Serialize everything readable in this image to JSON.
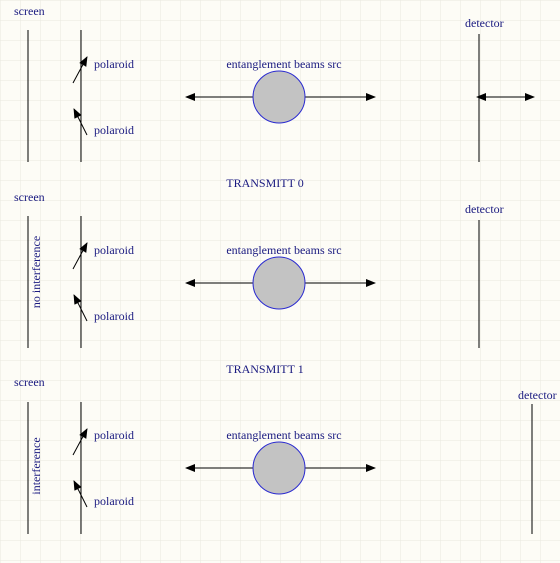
{
  "colors": {
    "background": "#fdfcf6",
    "grid": "#e8e8e0",
    "line": "#000000",
    "source_fill": "#c3c3c3",
    "source_stroke": "#2a2ad0",
    "text": "#1a1a80"
  },
  "panels": [
    {
      "title": "",
      "screen_label": "screen",
      "screen_note": "",
      "polaroid_top_label": "polaroid",
      "polaroid_bottom_label": "polaroid",
      "source_label": "entanglement beams src",
      "detector_label": "detector"
    },
    {
      "title": "TRANSMITT 0",
      "screen_label": "screen",
      "screen_note": "no interference",
      "polaroid_top_label": "polaroid",
      "polaroid_bottom_label": "polaroid",
      "source_label": "entanglement beams src",
      "detector_label": "detector"
    },
    {
      "title": "TRANSMITT 1",
      "screen_label": "screen",
      "screen_note": "interference",
      "polaroid_top_label": "polaroid",
      "polaroid_bottom_label": "polaroid",
      "source_label": "entanglement beams src",
      "detector_label": "detector"
    }
  ]
}
